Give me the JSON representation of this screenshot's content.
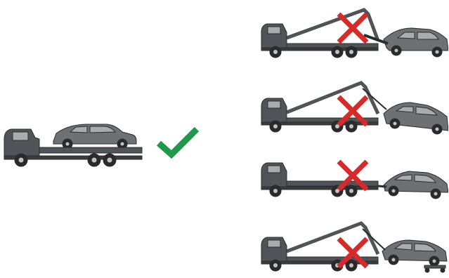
{
  "illustration": {
    "correct_method": {
      "mark": "check-icon",
      "mark_color": "#1f9a4a"
    },
    "incorrect_methods": [
      {
        "method": "tilted-bed-tow",
        "mark": "cross-icon",
        "mark_color": "#d62b2b"
      },
      {
        "method": "tilted-bed-winch-tow",
        "mark": "cross-icon",
        "mark_color": "#d62b2b"
      },
      {
        "method": "flatbed-hook-tow",
        "mark": "cross-icon",
        "mark_color": "#d62b2b"
      },
      {
        "method": "tilted-bed-dolly-tow",
        "mark": "cross-icon",
        "mark_color": "#d62b2b"
      }
    ],
    "colors": {
      "truck": "#505357",
      "truck_stroke": "#2b2c2e",
      "car": "#6e7074",
      "wheel": "#2a2a2c",
      "hub": "#bfc1c3"
    }
  }
}
